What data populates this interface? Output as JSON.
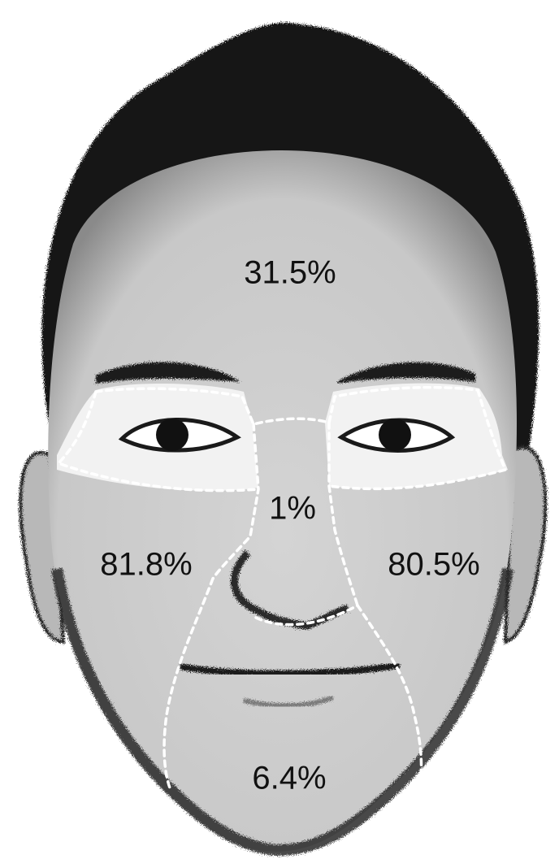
{
  "colors": {
    "background": "#ffffff",
    "skin": "#cfcfcf",
    "hair": "#151515",
    "feature": "#1a1a1a",
    "eye_area": "#f2f2f2",
    "boundary": "#ffffff",
    "label": "#111111"
  },
  "regions": {
    "forehead": {
      "label": "31.5%",
      "value": 31.5
    },
    "nose": {
      "label": "1%",
      "value": 1
    },
    "left_cheek": {
      "label": "81.8%",
      "value": 81.8
    },
    "right_cheek": {
      "label": "80.5%",
      "value": 80.5
    },
    "chin": {
      "label": "6.4%",
      "value": 6.4
    }
  }
}
